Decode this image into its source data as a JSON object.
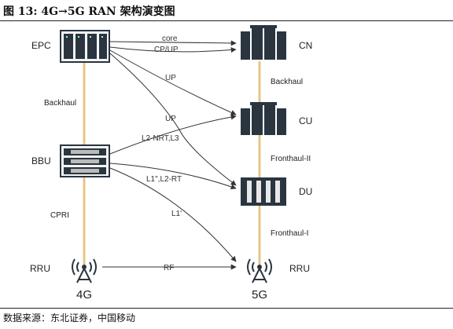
{
  "header": {
    "title": "图  13:  4G→5G RAN 架构演变图"
  },
  "footer": {
    "source": "数据来源：东北证券，中国移动"
  },
  "diagram": {
    "left_nodes": {
      "epc": "EPC",
      "bbu": "BBU",
      "rru": "RRU"
    },
    "right_nodes": {
      "cn": "CN",
      "cu": "CU",
      "du": "DU",
      "rru": "RRU"
    },
    "left_links": {
      "backhaul": "Backhaul",
      "cpri": "CPRI"
    },
    "right_links": {
      "backhaul": "Backhaul",
      "fronthaul2": "Fronthaul-II",
      "fronthaul1": "Fronthaul-I"
    },
    "arrows": {
      "core": "core",
      "cp_up": "CP/UP",
      "up1": "UP",
      "up2": "UP",
      "l2": "L2-NRT,L3",
      "l1": "L1\",L2-RT",
      "l1p": "L1'",
      "rf": "RF"
    },
    "columns": {
      "left": "4G",
      "right": "5G"
    }
  },
  "colors": {
    "link": "#e8c48a",
    "server": "#2a3540",
    "arrow": "#333333"
  }
}
